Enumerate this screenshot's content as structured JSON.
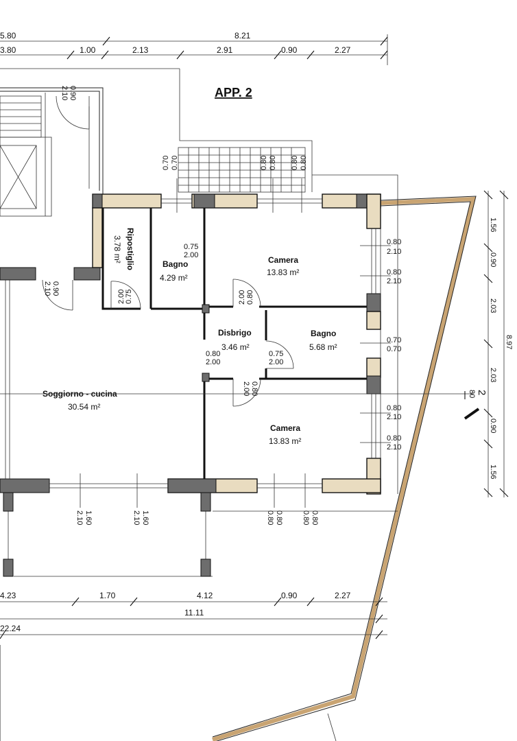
{
  "title": "APP. 2",
  "top_dims_row1": [
    "5.80",
    "8.21"
  ],
  "top_dims_row2": [
    "3.80",
    "1.00",
    "2.13",
    "2.91",
    "0.90",
    "2.27"
  ],
  "bottom_dims_row1": [
    "4.23",
    "1.70",
    "4.12",
    "0.90",
    "2.27"
  ],
  "bottom_dims_row2": [
    "11.11"
  ],
  "bottom_dims_row3": [
    "22.24"
  ],
  "right_dims": [
    "1.56",
    "0.90",
    "2.03",
    "2.03",
    "0.90",
    "1.56"
  ],
  "right_total": "8.97",
  "section_mark": "2",
  "section_sub": "80",
  "rooms": [
    {
      "name": "Ripostiglio",
      "area": "3.78 m²"
    },
    {
      "name": "Bagno",
      "area": "4.29 m²"
    },
    {
      "name": "Camera",
      "area": "13.83 m²"
    },
    {
      "name": "Disbrigo",
      "area": "3.46 m²"
    },
    {
      "name": "Bagno",
      "area": "5.68 m²"
    },
    {
      "name": "Soggiorno - cucina",
      "area": "30.54 m²"
    },
    {
      "name": "Camera",
      "area": "13.83 m²"
    }
  ],
  "openings": {
    "stair_door": [
      "0.90",
      "2.10"
    ],
    "balcony_top": [
      "0.70",
      "0.70",
      "0.80",
      "0.80",
      "0.80",
      "0.80"
    ],
    "rip_door": [
      "0.75",
      "2.00"
    ],
    "entry_door": [
      "0.90",
      "2.10"
    ],
    "bagno_door": [
      "0.75",
      "2.00"
    ],
    "camera_door": [
      "0.80",
      "2.00"
    ],
    "disbrigo_door": [
      "0.80",
      "2.00"
    ],
    "bagno2_door": [
      "0.75",
      "2.00"
    ],
    "camera2_door": [
      "0.80",
      "2.00"
    ],
    "right_w1": [
      "0.80",
      "2.10"
    ],
    "right_w2": [
      "0.80",
      "2.10"
    ],
    "right_w3": [
      "0.70",
      "0.70"
    ],
    "right_w4": [
      "0.80",
      "2.10"
    ],
    "right_w5": [
      "0.80",
      "2.10"
    ],
    "bottom_w1": [
      "1.60",
      "2.10"
    ],
    "bottom_w2": [
      "1.60",
      "2.10"
    ],
    "bottom_w3": [
      "0.80",
      "0.80"
    ],
    "bottom_w4": [
      "0.80",
      "0.80"
    ]
  }
}
